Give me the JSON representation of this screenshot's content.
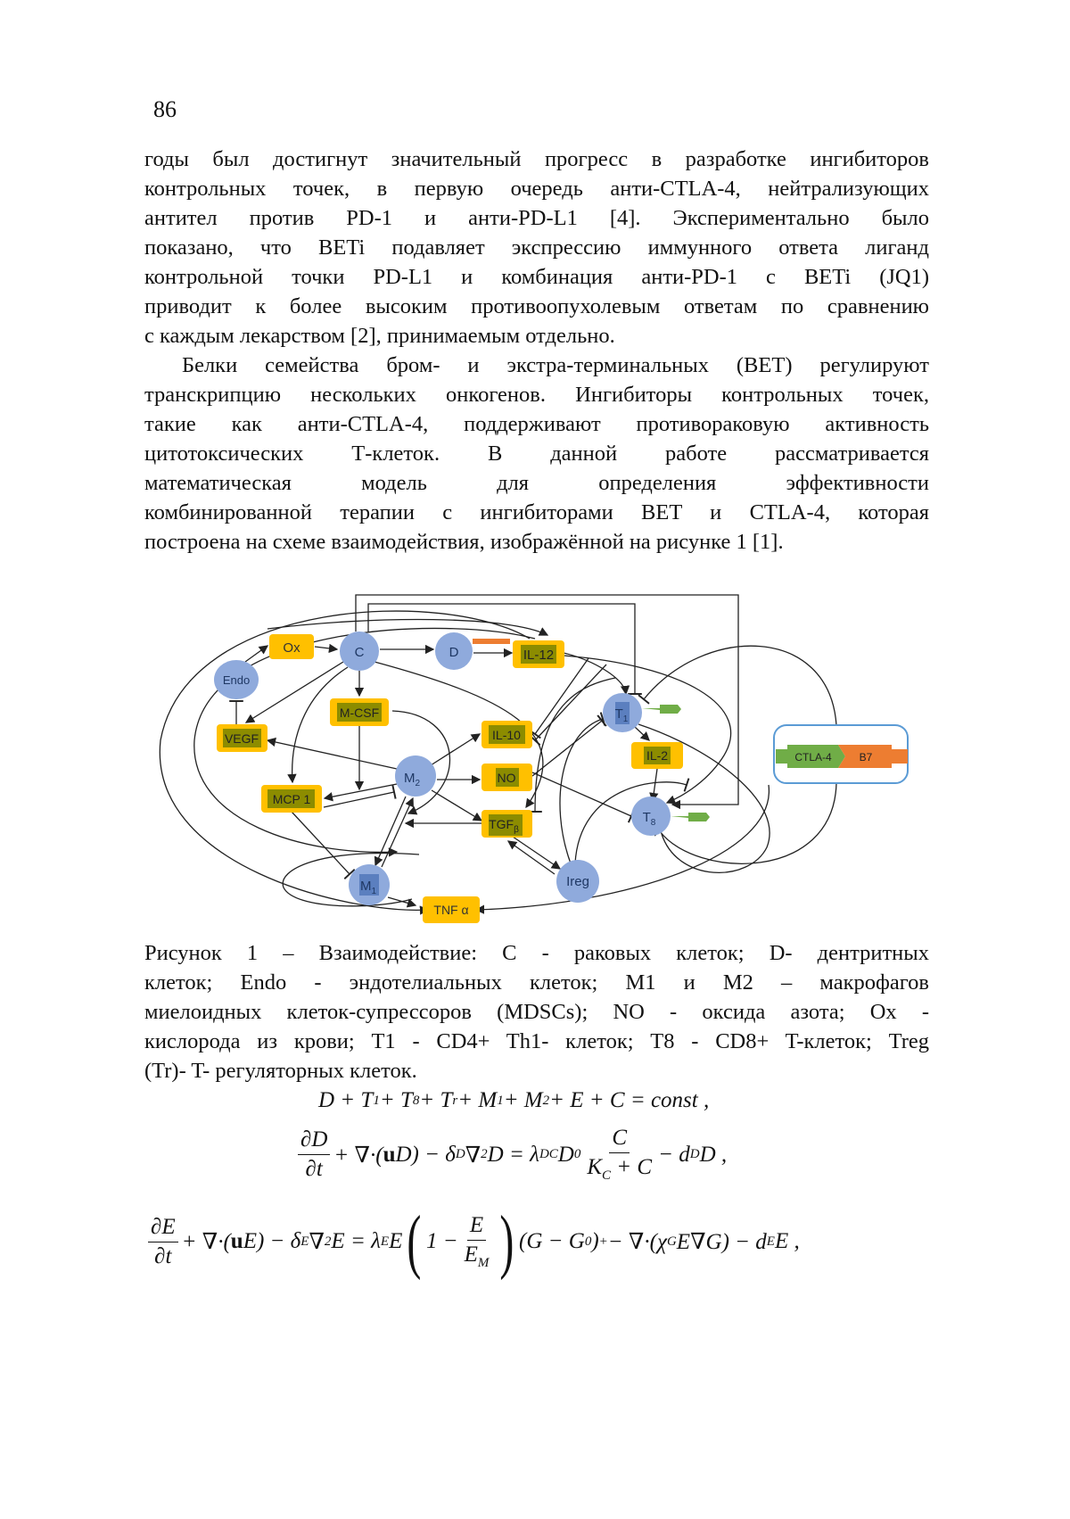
{
  "page_number": "86",
  "paragraph1": [
    "годы был достигнут значительный прогресс в разработке ингибиторов",
    "контрольных точек, в первую очередь анти-CTLA-4, нейтрализующих",
    "антител против PD-1 и анти-PD-L1 [4]. Экспериментально было",
    "показано, что BETi подавляет экспрессию иммунного ответа лиганд",
    "контрольной точки PD-L1 и комбинация анти-PD-1 с BETi (JQ1)",
    "приводит к более высоким противоопухолевым ответам по сравнению",
    "с каждым лекарством [2], принимаемым отдельно."
  ],
  "paragraph2": [
    "Белки семейства бром- и экстра-терминальных (BET) регулируют",
    "транскрипцию нескольких онкогенов. Ингибиторы контрольных точек,",
    "такие как анти-CTLA-4, поддерживают противораковую активность",
    "цитотоксических Т-клеток. В данной работе рассматривается",
    "математическая модель для определения эффективности",
    "комбинированной терапии с ингибиторами BET и CTLA-4, которая",
    "построена на схеме взаимодействия, изображённой на рисунке 1 [1]."
  ],
  "diagram": {
    "nodes": {
      "ox": "Ox",
      "c": "C",
      "d": "D",
      "il12": "IL-12",
      "endo": "Endo",
      "vegf": "VEGF",
      "mcsf": "M-CSF",
      "il10": "IL-10",
      "m2": "M",
      "m2_sub": "2",
      "no": "NO",
      "mcp1": "MCP 1",
      "tgf": "TGF",
      "tgf_sub": "β",
      "m1": "M",
      "m1_sub": "1",
      "tnf": "TNF α",
      "t1": "T",
      "t1_sub": "1",
      "il2": "IL-2",
      "t8": "T",
      "t8_sub": "8",
      "ireg": "Ireg",
      "ctla4": "CTLA-4",
      "b7": "B7"
    },
    "colors": {
      "cell": "#8faadc",
      "cytokine": "#ffc000",
      "inner": "#8c8c00",
      "green": "#70ad47",
      "orange": "#ed7d31",
      "box": "#5b9bd5"
    }
  },
  "caption": [
    "Рисунок 1 – Взаимодействие: C - раковых клеток; D- дентритных",
    "клеток; Endo - эндотелиальных клеток; M1 и M2 – макрофагов",
    "миелоидных клеток-супрессоров (MDSCs); NO - оксида азота; Ox -",
    "кислорода из крови; T1 - CD4+ Th1- клеток; T8 - CD8+ T-клеток; Treg",
    "(Tr)- T- регуляторных клеток."
  ],
  "equations": [
    [
      "D + T",
      {
        "sub": "1"
      },
      " + T",
      {
        "sub": "8"
      },
      " + T",
      {
        "sub": "r"
      },
      " + M",
      {
        "sub": "1"
      },
      " + M",
      {
        "sub": "2"
      },
      " + E + C = const ,"
    ],
    [
      {
        "frac": [
          [
            "∂D"
          ],
          [
            "∂t"
          ]
        ]
      },
      "+ ∇·(",
      {
        "b": "u"
      },
      "D) − δ",
      {
        "sub": "D"
      },
      "∇",
      {
        "sup": "2"
      },
      "D = λ",
      {
        "sub": "DC"
      },
      "D",
      {
        "sub": "0"
      },
      {
        "frac": [
          [
            "C"
          ],
          [
            "K",
            {
              "sub": "C"
            },
            " + C"
          ]
        ]
      },
      "− d",
      {
        "sub": "D"
      },
      "D ,"
    ],
    [
      {
        "frac": [
          [
            "∂E"
          ],
          [
            "∂t"
          ]
        ]
      },
      "+ ∇·(",
      {
        "b": "u"
      },
      "E) − δ",
      {
        "sub": "E"
      },
      "∇",
      {
        "sup": "2"
      },
      "E = λ",
      {
        "sub": "E"
      },
      "E",
      {
        "big": "("
      },
      "1 − ",
      {
        "frac": [
          [
            "E"
          ],
          [
            "E",
            {
              "sub": "M"
            }
          ]
        ]
      },
      {
        "big": ")"
      },
      "(G − G",
      {
        "sub": "0"
      },
      ")",
      {
        "sup": "+"
      },
      " − ∇·(χ",
      {
        "sub": "G"
      },
      "E∇G) − d",
      {
        "sub": "E"
      },
      "E ,"
    ]
  ]
}
